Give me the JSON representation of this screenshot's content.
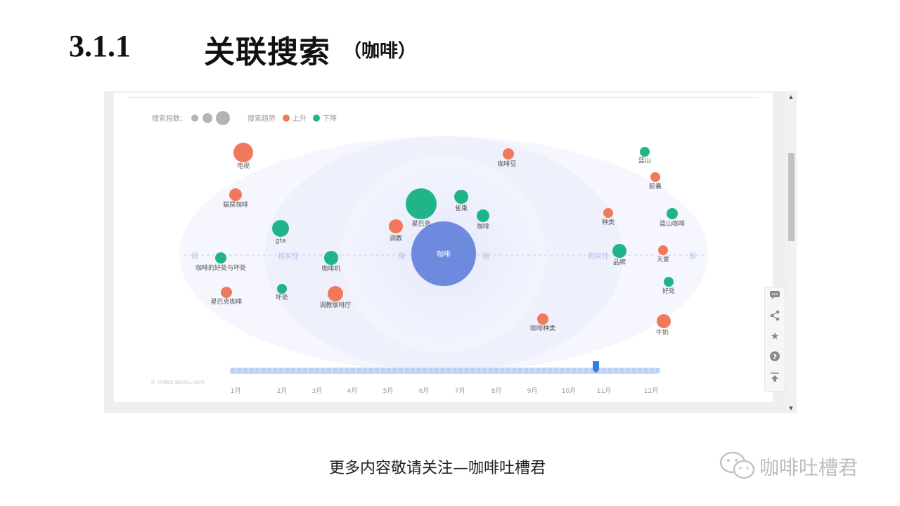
{
  "slide": {
    "number": "3.1.1",
    "title": "关联搜索",
    "subtitle": "（咖啡）"
  },
  "legend": {
    "index_label": "搜索指数：",
    "trend_label": "搜索趋势",
    "up_label": "上升",
    "down_label": "下降"
  },
  "axis_labels": {
    "weak_left": "弱",
    "relevance_left": "相关性",
    "strong_left": "强",
    "strong_right": "强",
    "relevance_right": "相关性",
    "weak_right": "弱"
  },
  "colors": {
    "up": "#F0795B",
    "down": "#22B489",
    "center": "#6E8ADF",
    "index_dot": "#B4B4B4"
  },
  "center_term": "咖啡",
  "terms": [
    {
      "label": "电视",
      "trend": "up",
      "size": "large"
    },
    {
      "label": "猫屎咖啡",
      "trend": "up",
      "size": "small"
    },
    {
      "label": "gta",
      "trend": "down",
      "size": "medium"
    },
    {
      "label": "咖啡的好处与坏处",
      "trend": "down",
      "size": "small"
    },
    {
      "label": "星巴克咖啡",
      "trend": "up",
      "size": "small"
    },
    {
      "label": "坏处",
      "trend": "down",
      "size": "small"
    },
    {
      "label": "咖啡机",
      "trend": "down",
      "size": "small"
    },
    {
      "label": "调教咖啡厅",
      "trend": "up",
      "size": "small"
    },
    {
      "label": "调教",
      "trend": "up",
      "size": "small"
    },
    {
      "label": "星巴克",
      "trend": "down",
      "size": "large"
    },
    {
      "label": "雀巢",
      "trend": "down",
      "size": "small"
    },
    {
      "label": "咖啡",
      "trend": "down",
      "size": "small"
    },
    {
      "label": "咖啡豆",
      "trend": "up",
      "size": "small"
    },
    {
      "label": "咖啡种类",
      "trend": "up",
      "size": "small"
    },
    {
      "label": "种类",
      "trend": "up",
      "size": "small"
    },
    {
      "label": "品牌",
      "trend": "down",
      "size": "small"
    },
    {
      "label": "蓝山",
      "trend": "down",
      "size": "small"
    },
    {
      "label": "胶囊",
      "trend": "up",
      "size": "small"
    },
    {
      "label": "蓝山咖啡",
      "trend": "down",
      "size": "small"
    },
    {
      "label": "天爱",
      "trend": "up",
      "size": "small"
    },
    {
      "label": "好处",
      "trend": "down",
      "size": "small"
    },
    {
      "label": "牛奶",
      "trend": "up",
      "size": "small"
    }
  ],
  "timeline": {
    "months": [
      "1月",
      "2月",
      "3月",
      "4月",
      "5月",
      "6月",
      "7月",
      "8月",
      "9月",
      "10月",
      "11月",
      "12月"
    ],
    "selected_month": "11月"
  },
  "source_watermark": "© index.baidu.com",
  "side_tools": [
    "comment-icon",
    "share-icon",
    "star-icon",
    "help-icon",
    "back-to-top-icon"
  ],
  "footer": {
    "text": "更多内容敬请关注—咖啡吐槽君",
    "brand": "咖啡吐槽君"
  }
}
